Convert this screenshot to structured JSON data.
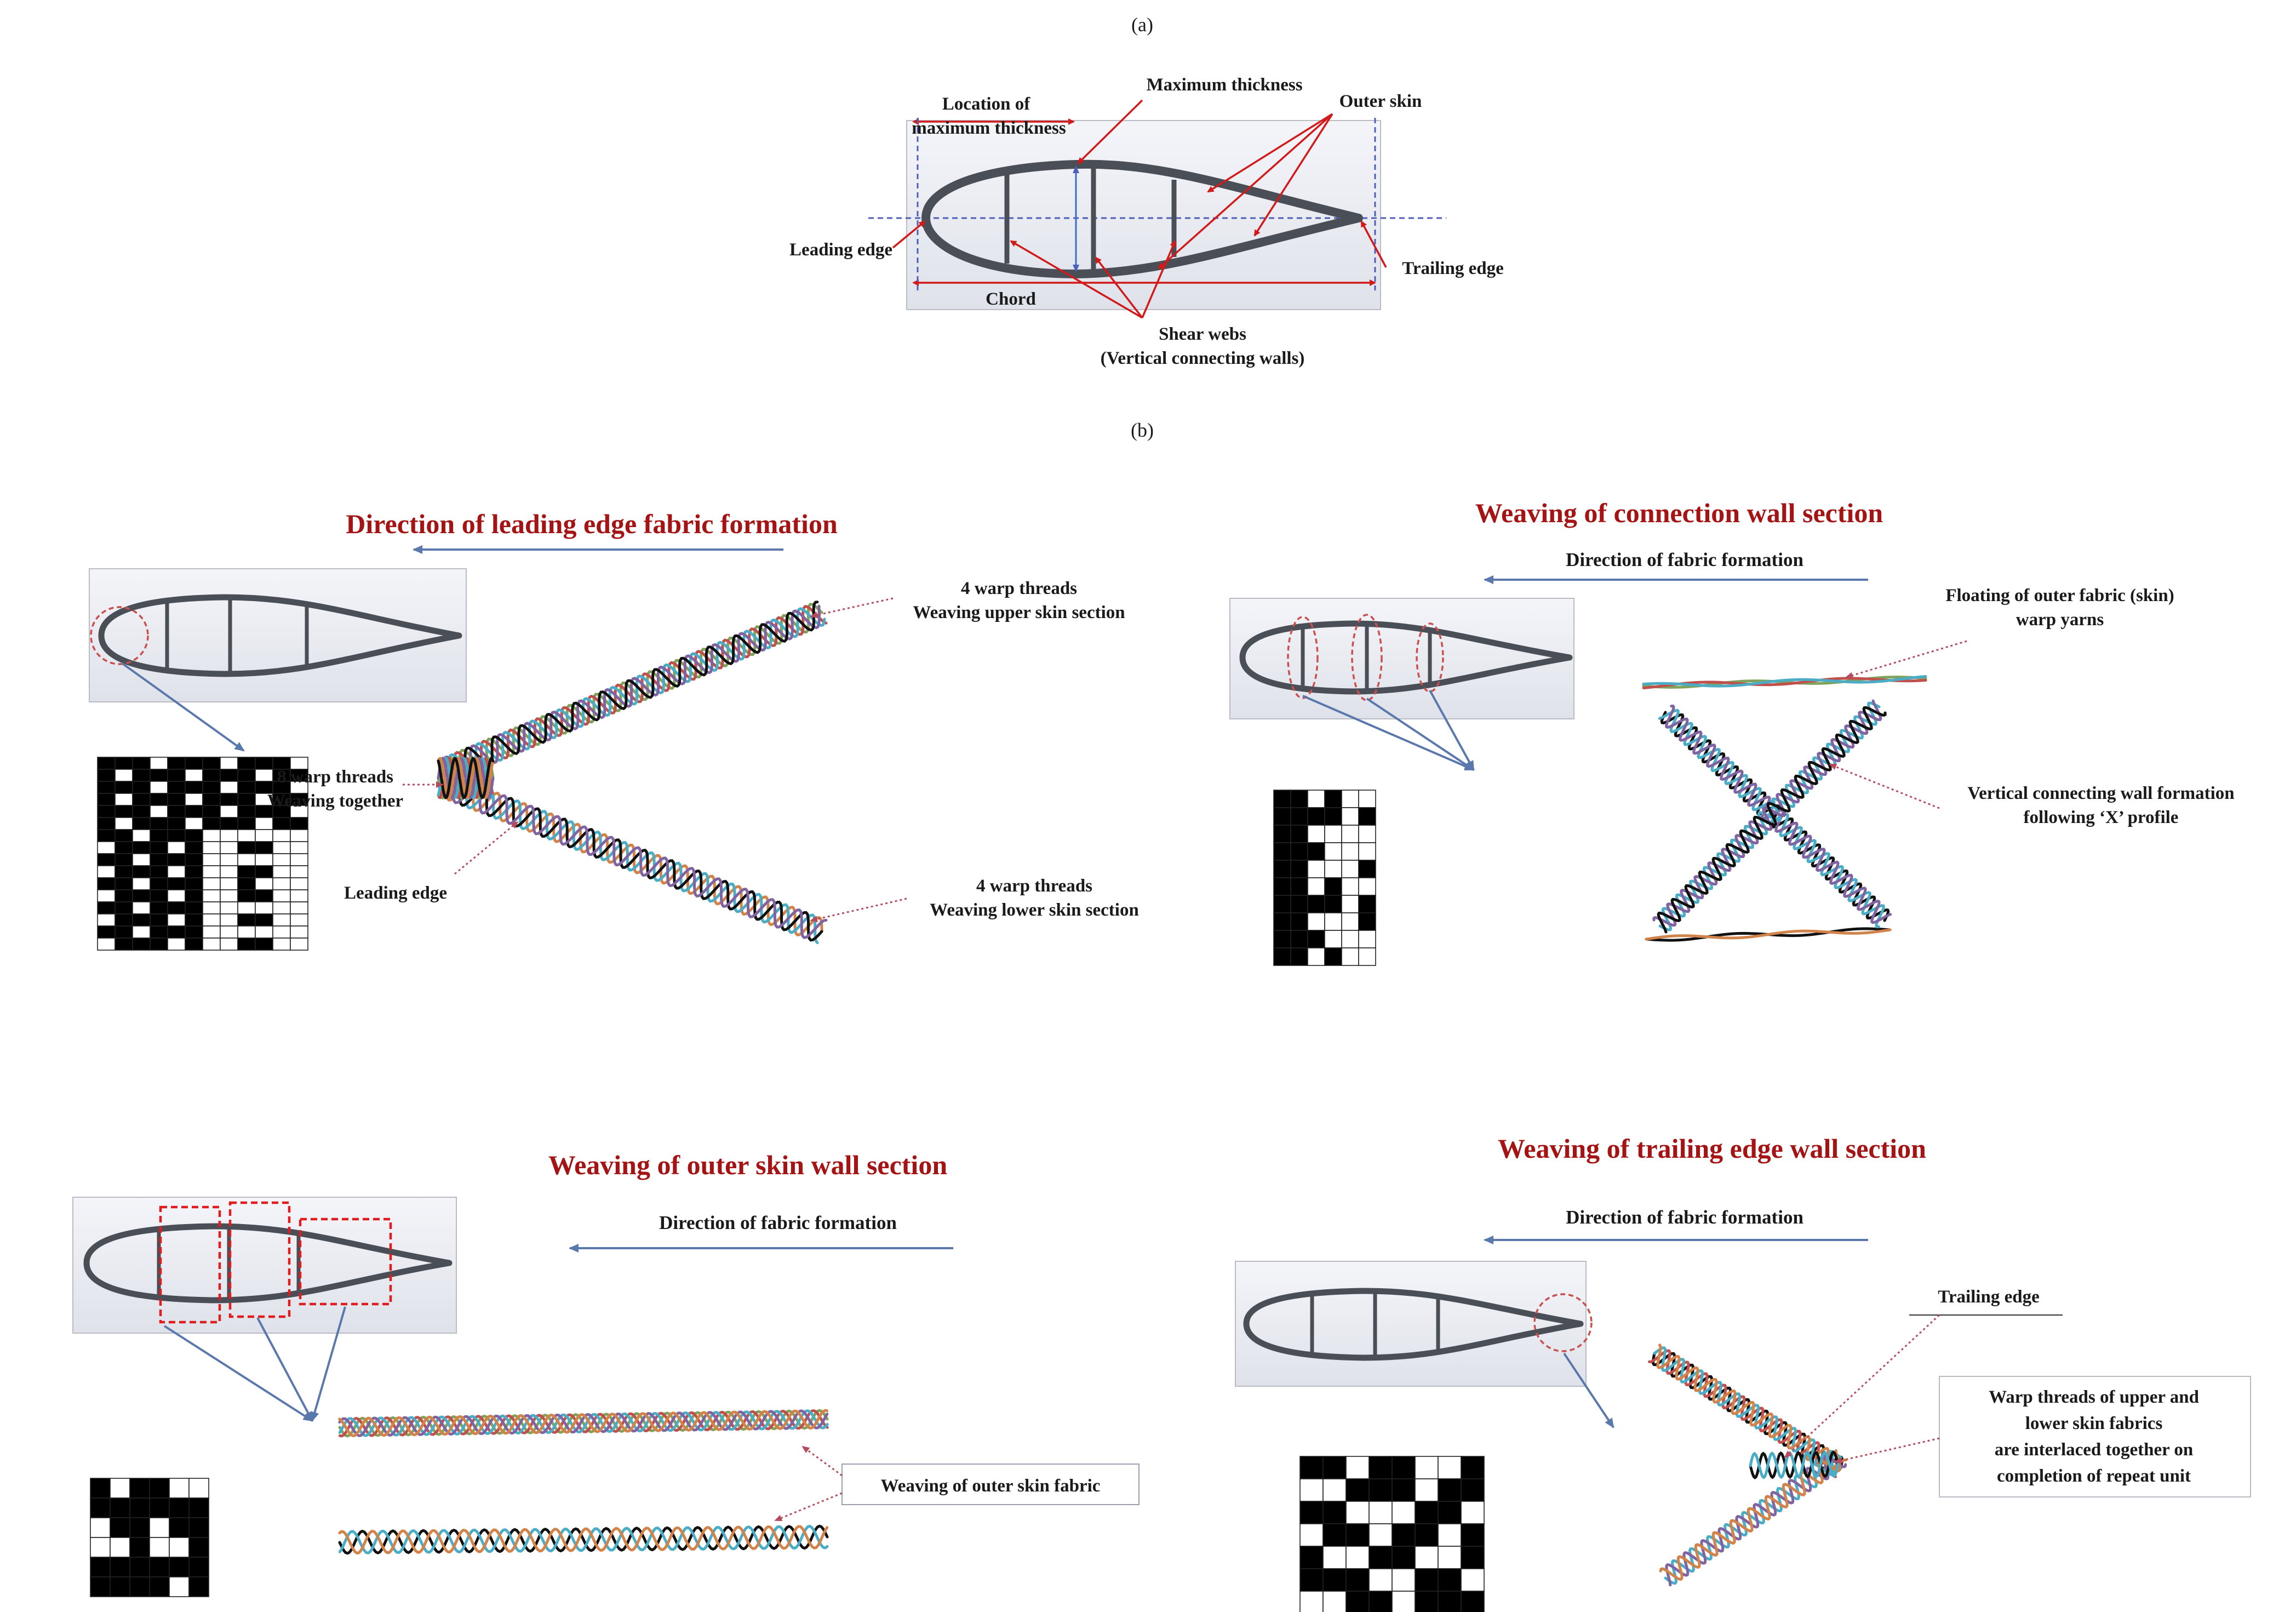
{
  "panels": {
    "a": "(a)",
    "b": "(b)"
  },
  "panel_a": {
    "location_of_max_thickness_line1": "Location of",
    "location_of_max_thickness_line2": "maximum thickness",
    "maximum_thickness": "Maximum thickness",
    "outer_skin": "Outer skin",
    "leading_edge": "Leading edge",
    "trailing_edge": "Trailing edge",
    "chord": "Chord",
    "shear_webs_line1": "Shear webs",
    "shear_webs_line2": "(Vertical connecting walls)"
  },
  "leading_edge_section": {
    "title": "Direction of leading edge fabric formation",
    "upper_label_line1": "4 warp threads",
    "upper_label_line2": "Weaving upper skin section",
    "together_label_line1": "8 warp threads",
    "together_label_line2": "Weaving together",
    "leading_edge_label": "Leading edge",
    "lower_label_line1": "4 warp threads",
    "lower_label_line2": "Weaving lower skin section"
  },
  "connection_wall_section": {
    "title": "Weaving of connection wall section",
    "direction": "Direction of fabric formation",
    "floating_label_line1": "Floating of outer fabric (skin)",
    "floating_label_line2": "warp yarns",
    "vertical_label_line1": "Vertical connecting wall formation",
    "vertical_label_line2": "following ‘X’ profile"
  },
  "outer_skin_section": {
    "title": "Weaving of outer skin wall section",
    "direction": "Direction of fabric formation",
    "fabric_label": "Weaving of outer skin fabric"
  },
  "trailing_edge_section": {
    "title": "Weaving of trailing edge wall section",
    "direction": "Direction of fabric formation",
    "trailing_edge_label": "Trailing edge",
    "interlace_line1": "Warp threads of upper and",
    "interlace_line2": "lower skin fabrics",
    "interlace_line3": "are interlaced together on",
    "interlace_line4": "completion of repeat unit"
  },
  "colors": {
    "title_red": "#a51414",
    "yarn_green": "#7fa35a",
    "yarn_red": "#c0504d",
    "yarn_blue": "#4bacc6",
    "yarn_purple": "#8064a2",
    "yarn_orange": "#d1834a",
    "yarn_black": "#111111"
  }
}
